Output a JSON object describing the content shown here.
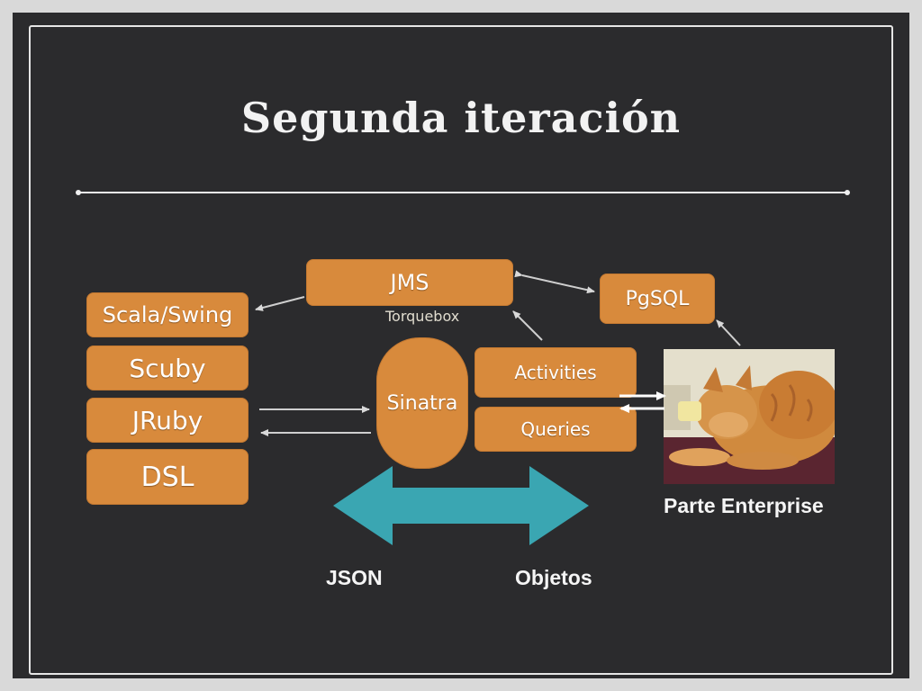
{
  "title": "Segunda iteración",
  "boxes": {
    "jms": "JMS",
    "pgsql": "PgSQL",
    "scala_swing": "Scala/Swing",
    "scuby": "Scuby",
    "jruby": "JRuby",
    "dsl": "DSL",
    "sinatra": "Sinatra",
    "activities": "Activities",
    "queries": "Queries"
  },
  "labels": {
    "torquebox": "Torquebox",
    "parte_enterprise": "Parte Enterprise",
    "json": "JSON",
    "objetos": "Objetos"
  },
  "colors": {
    "slide_bg": "#2b2b2d",
    "box": "#d88a3c",
    "teal_arrow": "#3aa6b2"
  },
  "image": {
    "subject": "orange cat photo"
  }
}
